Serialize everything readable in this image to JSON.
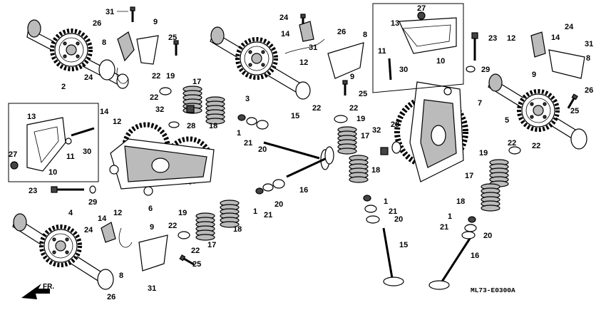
{
  "diagram": {
    "code": "ML73-E0300A",
    "direction_label": "FR.",
    "part_numbers": [
      "1",
      "2",
      "3",
      "4",
      "5",
      "6",
      "7",
      "8",
      "9",
      "10",
      "11",
      "12",
      "13",
      "14",
      "15",
      "16",
      "17",
      "18",
      "19",
      "20",
      "21",
      "22",
      "23",
      "24",
      "25",
      "26",
      "27",
      "28",
      "29",
      "30",
      "31",
      "32"
    ]
  },
  "labels": [
    {
      "id": "l31a",
      "text": "31"
    },
    {
      "id": "l26a",
      "text": "26"
    },
    {
      "id": "l9a",
      "text": "9"
    },
    {
      "id": "l8a",
      "text": "8"
    },
    {
      "id": "l25a",
      "text": "25"
    },
    {
      "id": "l2",
      "text": "2"
    },
    {
      "id": "l24a",
      "text": "24"
    },
    {
      "id": "l22a",
      "text": "22"
    },
    {
      "id": "l19a",
      "text": "19"
    },
    {
      "id": "l22b",
      "text": "22"
    },
    {
      "id": "l17a",
      "text": "17"
    },
    {
      "id": "l14a",
      "text": "14"
    },
    {
      "id": "l12a",
      "text": "12"
    },
    {
      "id": "l32a",
      "text": "32"
    },
    {
      "id": "l28a",
      "text": "28"
    },
    {
      "id": "l18a",
      "text": "18"
    },
    {
      "id": "l13a",
      "text": "13"
    },
    {
      "id": "l27a",
      "text": "27"
    },
    {
      "id": "l10a",
      "text": "10"
    },
    {
      "id": "l11a",
      "text": "11"
    },
    {
      "id": "l30a",
      "text": "30"
    },
    {
      "id": "l23a",
      "text": "23"
    },
    {
      "id": "l29a",
      "text": "29"
    },
    {
      "id": "l6",
      "text": "6"
    },
    {
      "id": "l4",
      "text": "4"
    },
    {
      "id": "l14b",
      "text": "14"
    },
    {
      "id": "l12b",
      "text": "12"
    },
    {
      "id": "l24b",
      "text": "24"
    },
    {
      "id": "l9b",
      "text": "9"
    },
    {
      "id": "l19b",
      "text": "19"
    },
    {
      "id": "l22c",
      "text": "22"
    },
    {
      "id": "l22d",
      "text": "22"
    },
    {
      "id": "l17b",
      "text": "17"
    },
    {
      "id": "l18b",
      "text": "18"
    },
    {
      "id": "l25b",
      "text": "25"
    },
    {
      "id": "l8b",
      "text": "8"
    },
    {
      "id": "l26b",
      "text": "26"
    },
    {
      "id": "l31b",
      "text": "31"
    },
    {
      "id": "l24c",
      "text": "24"
    },
    {
      "id": "l14c",
      "text": "14"
    },
    {
      "id": "l31c",
      "text": "31"
    },
    {
      "id": "l26c",
      "text": "26"
    },
    {
      "id": "l8c",
      "text": "8"
    },
    {
      "id": "l12c",
      "text": "12"
    },
    {
      "id": "l9c",
      "text": "9"
    },
    {
      "id": "l25c",
      "text": "25"
    },
    {
      "id": "l3",
      "text": "3"
    },
    {
      "id": "l1a",
      "text": "1"
    },
    {
      "id": "l21a",
      "text": "21"
    },
    {
      "id": "l20a",
      "text": "20"
    },
    {
      "id": "l15a",
      "text": "15"
    },
    {
      "id": "l22e",
      "text": "22"
    },
    {
      "id": "l22f",
      "text": "22"
    },
    {
      "id": "l19c",
      "text": "19"
    },
    {
      "id": "l17c",
      "text": "17"
    },
    {
      "id": "l18c",
      "text": "18"
    },
    {
      "id": "l16a",
      "text": "16"
    },
    {
      "id": "l1b",
      "text": "1"
    },
    {
      "id": "l21b",
      "text": "21"
    },
    {
      "id": "l20b",
      "text": "20"
    },
    {
      "id": "l27b",
      "text": "27"
    },
    {
      "id": "l13b",
      "text": "13"
    },
    {
      "id": "l11b",
      "text": "11"
    },
    {
      "id": "l30b",
      "text": "30"
    },
    {
      "id": "l10b",
      "text": "10"
    },
    {
      "id": "l23b",
      "text": "23"
    },
    {
      "id": "l29b",
      "text": "29"
    },
    {
      "id": "l32b",
      "text": "32"
    },
    {
      "id": "l28b",
      "text": "28"
    },
    {
      "id": "l1c",
      "text": "1"
    },
    {
      "id": "l21c",
      "text": "21"
    },
    {
      "id": "l20c",
      "text": "20"
    },
    {
      "id": "l15b",
      "text": "15"
    },
    {
      "id": "l7",
      "text": "7"
    },
    {
      "id": "l24d",
      "text": "24"
    },
    {
      "id": "l12d",
      "text": "12"
    },
    {
      "id": "l14d",
      "text": "14"
    },
    {
      "id": "l31d",
      "text": "31"
    },
    {
      "id": "l8d",
      "text": "8"
    },
    {
      "id": "l9d",
      "text": "9"
    },
    {
      "id": "l26d",
      "text": "26"
    },
    {
      "id": "l5",
      "text": "5"
    },
    {
      "id": "l25d",
      "text": "25"
    },
    {
      "id": "l22g",
      "text": "22"
    },
    {
      "id": "l22h",
      "text": "22"
    },
    {
      "id": "l19d",
      "text": "19"
    },
    {
      "id": "l17d",
      "text": "17"
    },
    {
      "id": "l18d",
      "text": "18"
    },
    {
      "id": "l1d",
      "text": "1"
    },
    {
      "id": "l21d",
      "text": "21"
    },
    {
      "id": "l20d",
      "text": "20"
    },
    {
      "id": "l16b",
      "text": "16"
    }
  ]
}
